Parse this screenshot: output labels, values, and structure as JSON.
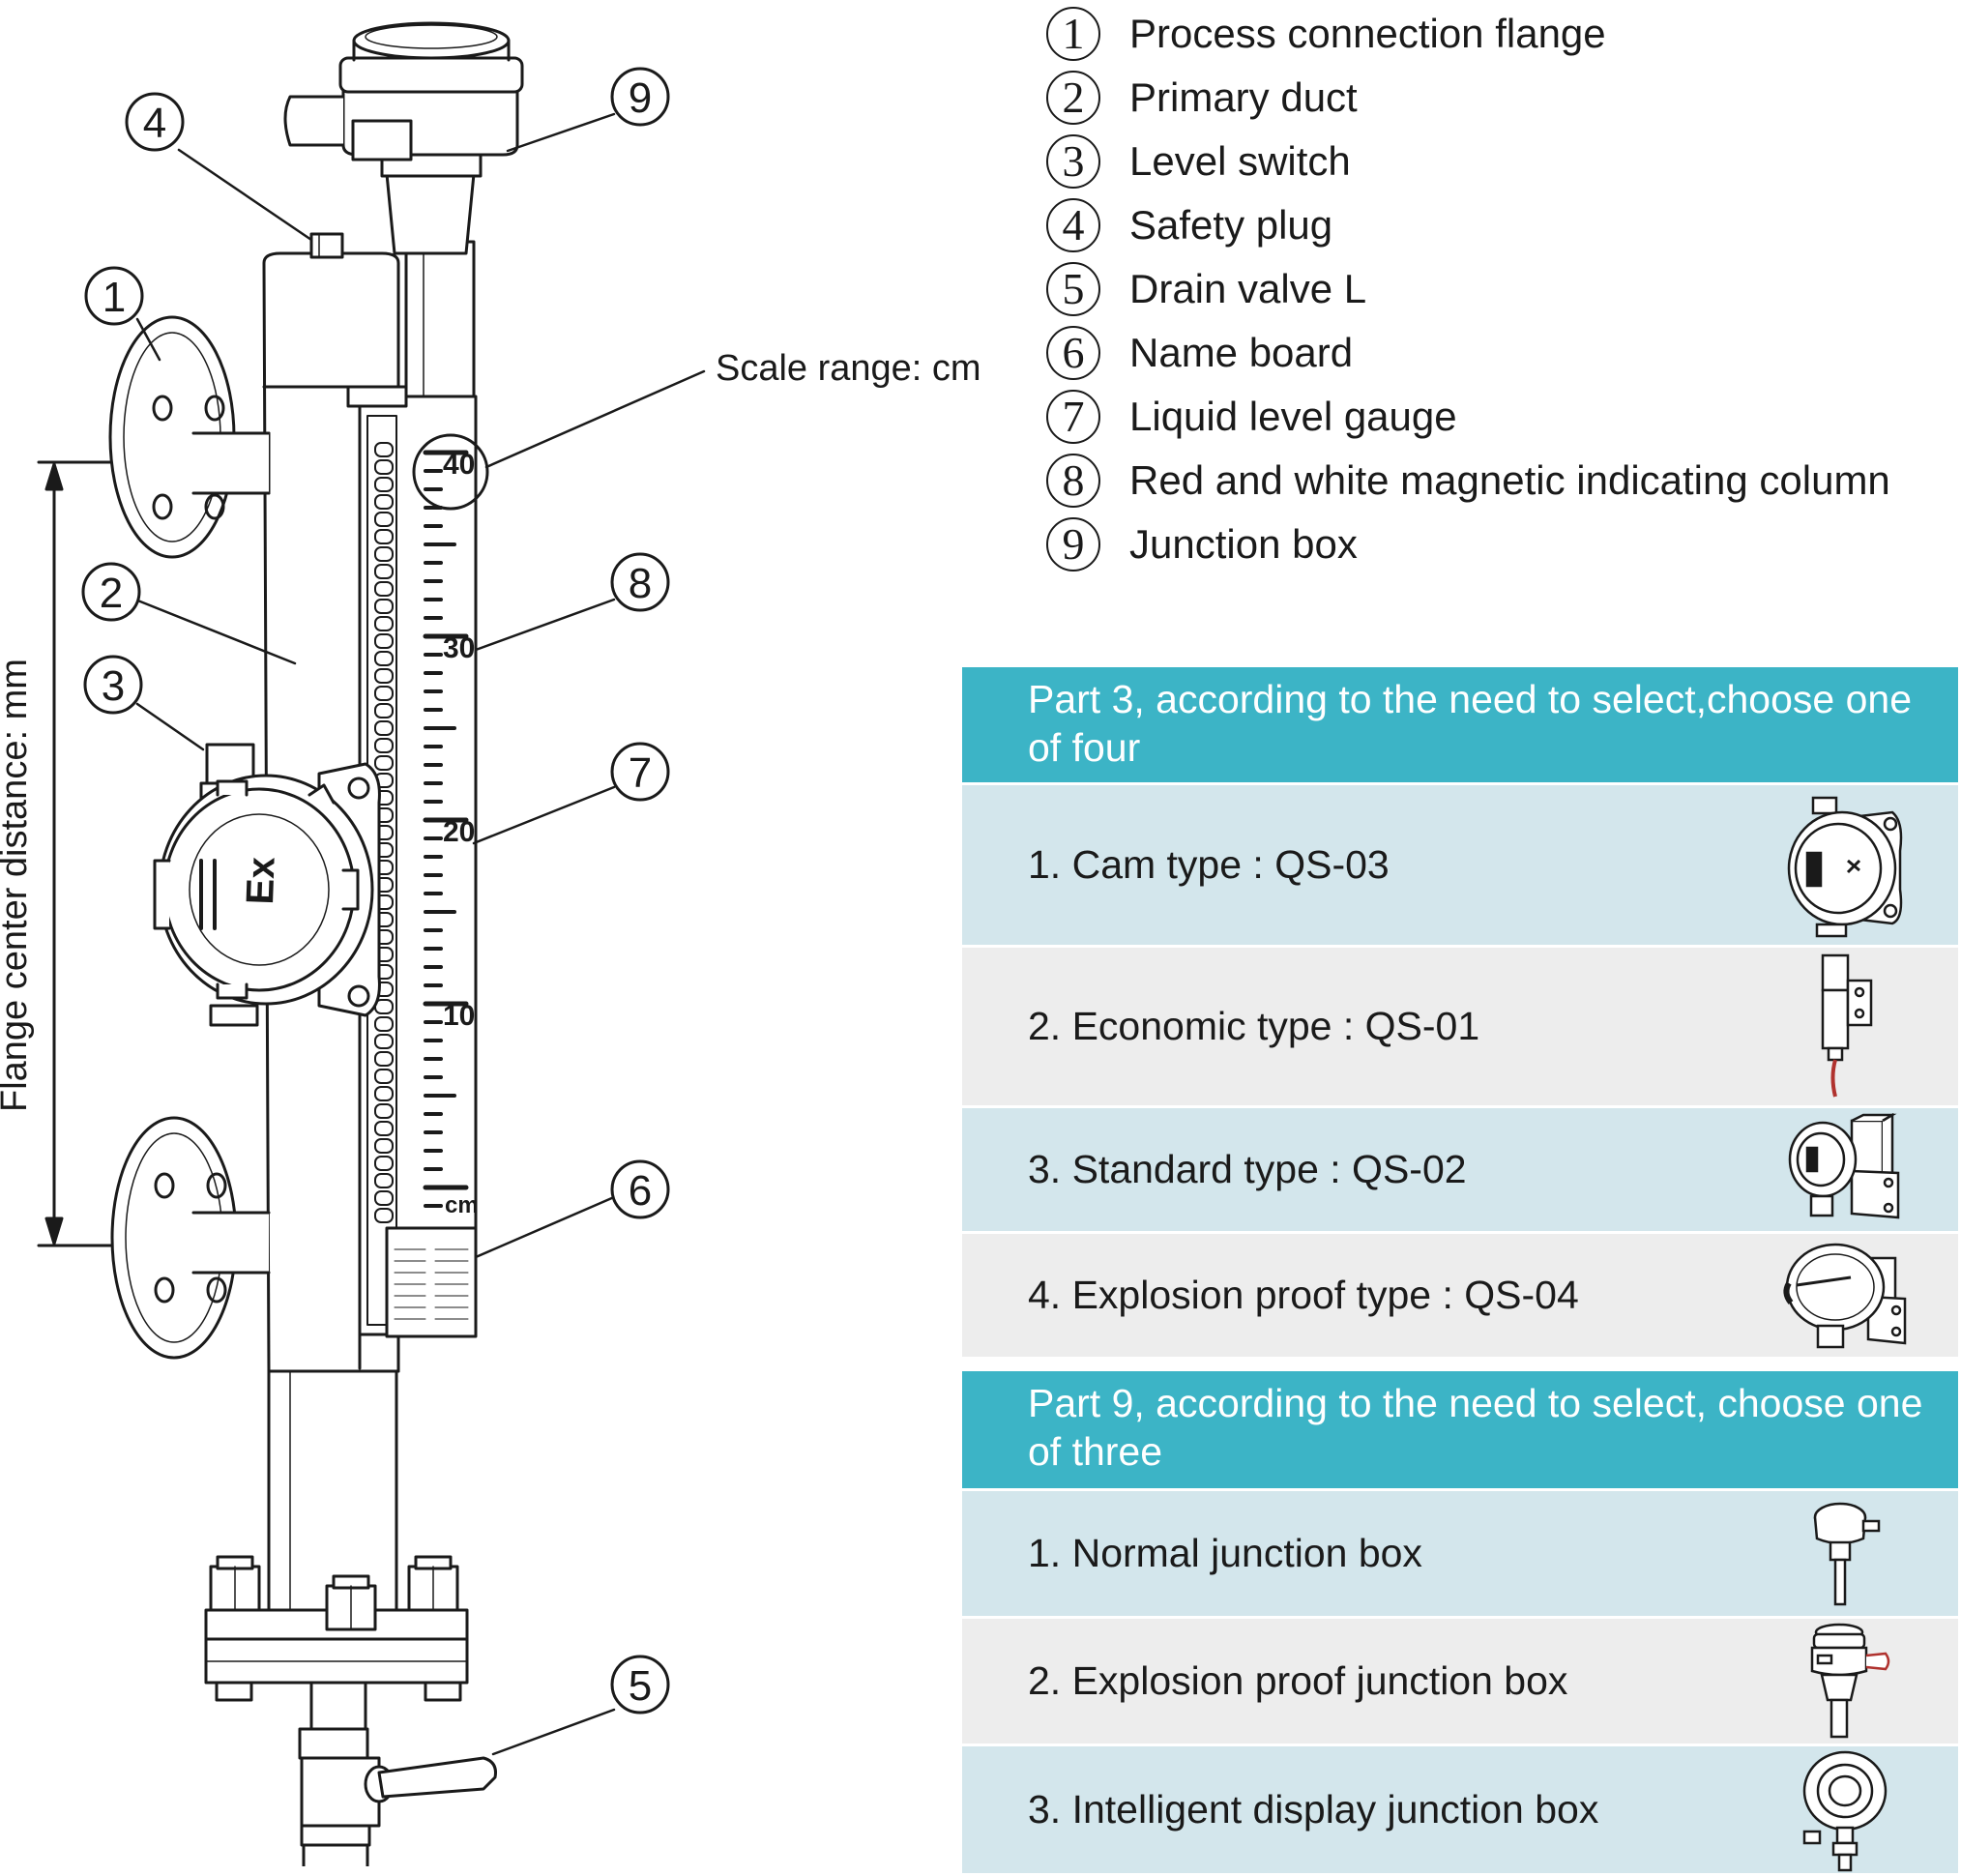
{
  "legend": [
    {
      "num": "1",
      "label": "Process connection flange"
    },
    {
      "num": "2",
      "label": "Primary duct"
    },
    {
      "num": "3",
      "label": "Level switch"
    },
    {
      "num": "4",
      "label": "Safety plug"
    },
    {
      "num": "5",
      "label": "Drain valve L"
    },
    {
      "num": "6",
      "label": "Name board"
    },
    {
      "num": "7",
      "label": "Liquid level gauge"
    },
    {
      "num": "8",
      "label": "Red and white magnetic indicating column"
    },
    {
      "num": "9",
      "label": "Junction box"
    }
  ],
  "drawing": {
    "scale_label": "Scale range: cm",
    "distance_label": "Flange center distance: mm",
    "scale_ticks": [
      "40",
      "30",
      "20",
      "10",
      "cm"
    ],
    "switch_mark": "Ex",
    "callouts": [
      "1",
      "2",
      "3",
      "4",
      "5",
      "6",
      "7",
      "8",
      "9"
    ]
  },
  "part3": {
    "title": "Part 3, according to the need to select,choose one of four",
    "options": [
      {
        "label": "1. Cam type : QS-03",
        "icon": "cam-type-switch-icon"
      },
      {
        "label": "2. Economic type : QS-01",
        "icon": "economic-type-switch-icon"
      },
      {
        "label": "3. Standard type : QS-02",
        "icon": "standard-type-switch-icon"
      },
      {
        "label": "4. Explosion proof type : QS-04",
        "icon": "explosion-proof-switch-icon"
      }
    ]
  },
  "part9": {
    "title": "Part 9, according to the need to select, choose one of three",
    "options": [
      {
        "label": "1. Normal junction box",
        "icon": "normal-junction-box-icon"
      },
      {
        "label": "2. Explosion proof junction box",
        "icon": "explosion-proof-junction-box-icon"
      },
      {
        "label": "3. Intelligent display junction box",
        "icon": "intelligent-display-junction-box-icon"
      }
    ]
  },
  "colors": {
    "header_bg": "#3cb4c6",
    "row_blue": "#d3e6ec",
    "row_grey": "#ededed",
    "line": "#1a1a1a"
  }
}
